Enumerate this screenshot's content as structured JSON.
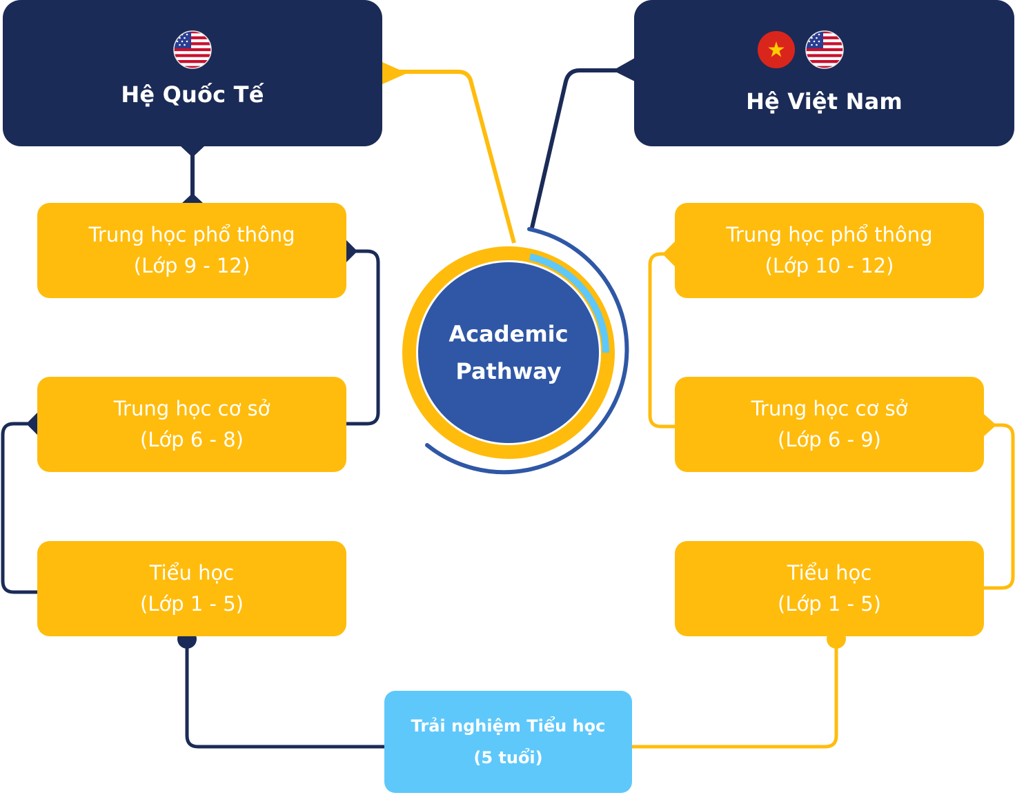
{
  "intl": {
    "title": "Hệ Quốc Tế",
    "high": {
      "name": "Trung học phổ thông",
      "grades": "(Lớp 9 - 12)"
    },
    "middle": {
      "name": "Trung học cơ sở",
      "grades": "(Lớp 6 - 8)"
    },
    "primary": {
      "name": "Tiểu học",
      "grades": "(Lớp 1 - 5)"
    }
  },
  "vn": {
    "title": "Hệ Việt Nam",
    "high": {
      "name": "Trung học phổ thông",
      "grades": "(Lớp 10 - 12)"
    },
    "middle": {
      "name": "Trung học cơ sở",
      "grades": "(Lớp 6 - 9)"
    },
    "primary": {
      "name": "Tiểu học",
      "grades": "(Lớp 1 - 5)"
    }
  },
  "center": {
    "line1": "Academic",
    "line2": "Pathway"
  },
  "experience": {
    "name": "Trải nghiệm Tiểu học",
    "age": "(5 tuổi)"
  },
  "icons": {
    "us_flag": "us-flag-icon",
    "vn_flag": "vietnam-flag-icon"
  },
  "colors": {
    "navy": "#1b2b57",
    "yellow": "#ffbc0d",
    "blue": "#2f57a6",
    "light_blue": "#5ec8fb"
  }
}
